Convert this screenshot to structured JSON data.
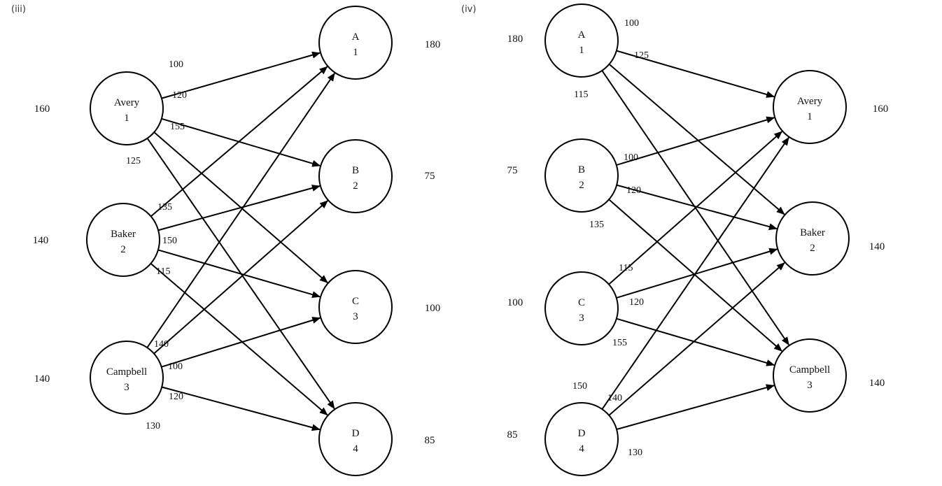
{
  "panels": [
    {
      "label": "(iii)",
      "nodes": [
        {
          "id": "avery",
          "line1": "Avery",
          "line2": "1",
          "side_value": "160"
        },
        {
          "id": "baker",
          "line1": "Baker",
          "line2": "2",
          "side_value": "140"
        },
        {
          "id": "campbell",
          "line1": "Campbell",
          "line2": "3",
          "side_value": "140"
        },
        {
          "id": "a",
          "line1": "A",
          "line2": "1",
          "side_value": "180"
        },
        {
          "id": "b",
          "line1": "B",
          "line2": "2",
          "side_value": "75"
        },
        {
          "id": "c",
          "line1": "C",
          "line2": "3",
          "side_value": "100"
        },
        {
          "id": "d",
          "line1": "D",
          "line2": "4",
          "side_value": "85"
        }
      ],
      "edges": [
        {
          "from": "avery",
          "to": "a",
          "label": "100"
        },
        {
          "from": "avery",
          "to": "b",
          "label": "120"
        },
        {
          "from": "avery",
          "to": "c",
          "label": "155"
        },
        {
          "from": "avery",
          "to": "d",
          "label": "125"
        },
        {
          "from": "baker",
          "to": "a",
          "label": "135"
        },
        {
          "from": "baker",
          "to": "b",
          "label": ""
        },
        {
          "from": "baker",
          "to": "c",
          "label": "150"
        },
        {
          "from": "baker",
          "to": "d",
          "label": "115"
        },
        {
          "from": "campbell",
          "to": "a",
          "label": "140"
        },
        {
          "from": "campbell",
          "to": "b",
          "label": "100"
        },
        {
          "from": "campbell",
          "to": "c",
          "label": "120"
        },
        {
          "from": "campbell",
          "to": "d",
          "label": "130"
        }
      ]
    },
    {
      "label": "(iv)",
      "nodes": [
        {
          "id": "a",
          "line1": "A",
          "line2": "1",
          "side_value": "180"
        },
        {
          "id": "b",
          "line1": "B",
          "line2": "2",
          "side_value": "75"
        },
        {
          "id": "c",
          "line1": "C",
          "line2": "3",
          "side_value": "100"
        },
        {
          "id": "d",
          "line1": "D",
          "line2": "4",
          "side_value": "85"
        },
        {
          "id": "avery",
          "line1": "Avery",
          "line2": "1",
          "side_value": "160"
        },
        {
          "id": "baker",
          "line1": "Baker",
          "line2": "2",
          "side_value": "140"
        },
        {
          "id": "campbell",
          "line1": "Campbell",
          "line2": "3",
          "side_value": "140"
        }
      ],
      "edges": [
        {
          "from": "a",
          "to": "avery",
          "label": "100"
        },
        {
          "from": "a",
          "to": "baker",
          "label": "125"
        },
        {
          "from": "a",
          "to": "campbell",
          "label": "115"
        },
        {
          "from": "b",
          "to": "avery",
          "label": ""
        },
        {
          "from": "b",
          "to": "baker",
          "label": "100"
        },
        {
          "from": "b",
          "to": "campbell",
          "label": "120"
        },
        {
          "from": "c",
          "to": "avery",
          "label": "135"
        },
        {
          "from": "c",
          "to": "baker",
          "label": "115"
        },
        {
          "from": "c",
          "to": "campbell",
          "label": "120"
        },
        {
          "from": "d",
          "to": "avery",
          "label": "150"
        },
        {
          "from": "d",
          "to": "baker",
          "label": "140"
        },
        {
          "from": "d",
          "to": "campbell",
          "label": "130"
        }
      ],
      "extra_labels": [
        {
          "text": "155"
        }
      ]
    }
  ]
}
